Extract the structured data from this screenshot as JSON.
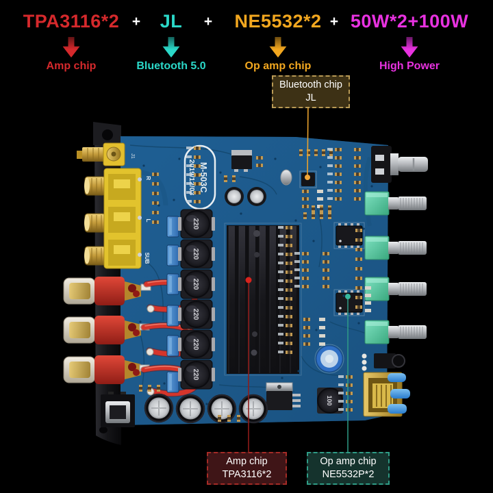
{
  "header": {
    "separator": "+",
    "items": [
      {
        "title": "TPA3116*2",
        "caption": "Amp chip",
        "color": "#d5292c"
      },
      {
        "title": "JL",
        "caption": "Bluetooth 5.0",
        "color": "#2bd8c8"
      },
      {
        "title": "NE5532*2",
        "caption": "Op amp chip",
        "color": "#f2a71f"
      },
      {
        "title": "50W*2+100W",
        "caption": "High Power",
        "color": "#e832e0"
      }
    ]
  },
  "callouts": {
    "bluetooth": {
      "line1": "Bluetooth chip",
      "line2": "JL",
      "bg": "#3d3115",
      "border": "#b99a55",
      "line_color": "#e8a12d",
      "dot_color": "#f2a637"
    },
    "amp_chip": {
      "line1": "Amp chip",
      "line2": "TPA3116*2",
      "bg": "#3f1517",
      "border": "#a52b26",
      "line_color": "#8e1c1a",
      "dot_color": "#d8231d"
    },
    "op_amp": {
      "line1": "Op amp chip",
      "line2": "NE5532P*2",
      "bg": "#15332d",
      "border": "#2f9c86",
      "line_color": "#2f9c86",
      "dot_color": "#37b89e"
    }
  },
  "board": {
    "pcb_color": "#1d5a8c",
    "model": "M-503C",
    "date": "2019/12/03",
    "inductor_value": "220",
    "boost_inductor_value": "100",
    "labels": {
      "antenna_jack": "J1",
      "rca_right": "R",
      "rca_left": "L",
      "rca_sub": "SUB"
    }
  }
}
